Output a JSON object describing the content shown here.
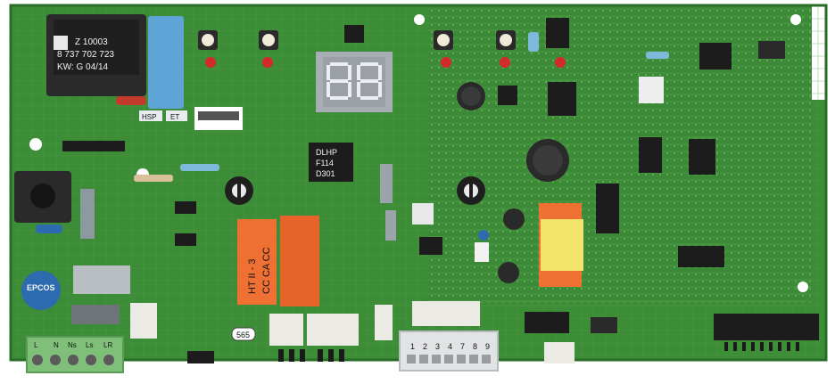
{
  "board": {
    "colors": {
      "pcb_green": "#3f8f3a",
      "pcb_dark": "#2f7a2e",
      "trace": "#66b35a",
      "relay_orange": "#ee7033",
      "terminal_green": "#7fbf7a",
      "connector_white": "#eceae5",
      "cap_blue": "#2d6bb0",
      "led_red": "#d42a2a"
    },
    "transformer_label": {
      "line1": "Z 10003",
      "line2": "8 737 702 723",
      "line3": "KW: G 04/14"
    },
    "small_labels": {
      "hsp": "HSP",
      "et": "ET",
      "ref": "565"
    },
    "optocoupler_label": {
      "line1": "DLHP",
      "line2": "F114",
      "line3": "D301"
    },
    "relay_label": {
      "line1": "HT II - 3",
      "line2": "CC CA CC"
    },
    "filter_label": {
      "brand": "EPCOS"
    },
    "terminal_labels": [
      "L",
      "N",
      "Ns",
      "Ls",
      "LR"
    ],
    "connector_pins": [
      "1",
      "2",
      "3",
      "4",
      "7",
      "8",
      "9"
    ],
    "display": {
      "digits": [
        "8",
        "8"
      ]
    }
  }
}
